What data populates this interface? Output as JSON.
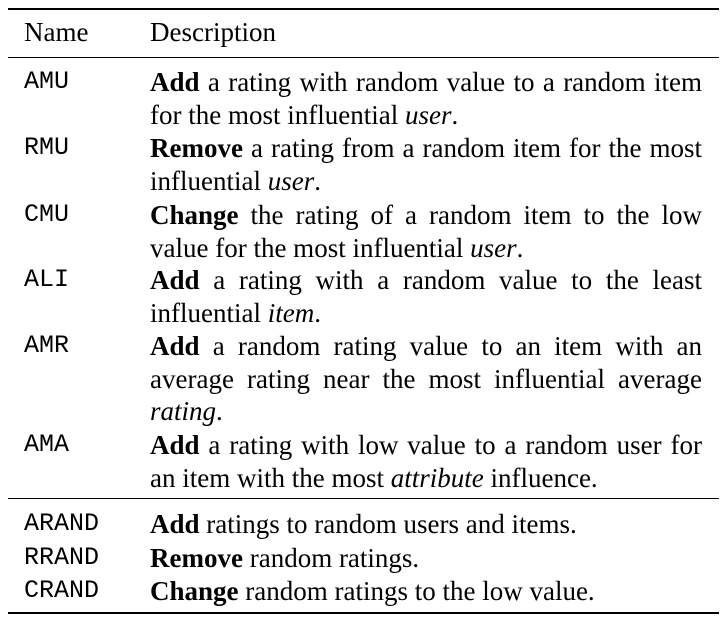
{
  "header": {
    "name": "Name",
    "description": "Description"
  },
  "rows": [
    {
      "name": "AMU",
      "action": "Add",
      "text_before": " a rating with random value to a random item for the most influential ",
      "emphasis": "user",
      "text_after": "."
    },
    {
      "name": "RMU",
      "action": "Remove",
      "text_before": " a rating from a random item for the most influential ",
      "emphasis": "user",
      "text_after": "."
    },
    {
      "name": "CMU",
      "action": "Change",
      "text_before": " the rating of a random item to the low value for the most influential ",
      "emphasis": "user",
      "text_after": "."
    },
    {
      "name": "ALI",
      "action": "Add",
      "text_before": " a rating with a random value to the least influential ",
      "emphasis": "item",
      "text_after": "."
    },
    {
      "name": "AMR",
      "action": "Add",
      "text_before": " a random rating value to an item with an average rating near the most influential aver­age ",
      "emphasis": "rating",
      "text_after": "."
    },
    {
      "name": "AMA",
      "action": "Add",
      "text_before": " a rating with low value to a random user for an item with the most ",
      "emphasis": "attribute",
      "text_after": " influence."
    }
  ],
  "random_rows": [
    {
      "name": "ARAND",
      "action": "Add",
      "text": " ratings to random users and items."
    },
    {
      "name": "RRAND",
      "action": "Remove",
      "text": " random ratings."
    },
    {
      "name": "CRAND",
      "action": "Change",
      "text": " random ratings to the low value."
    }
  ]
}
